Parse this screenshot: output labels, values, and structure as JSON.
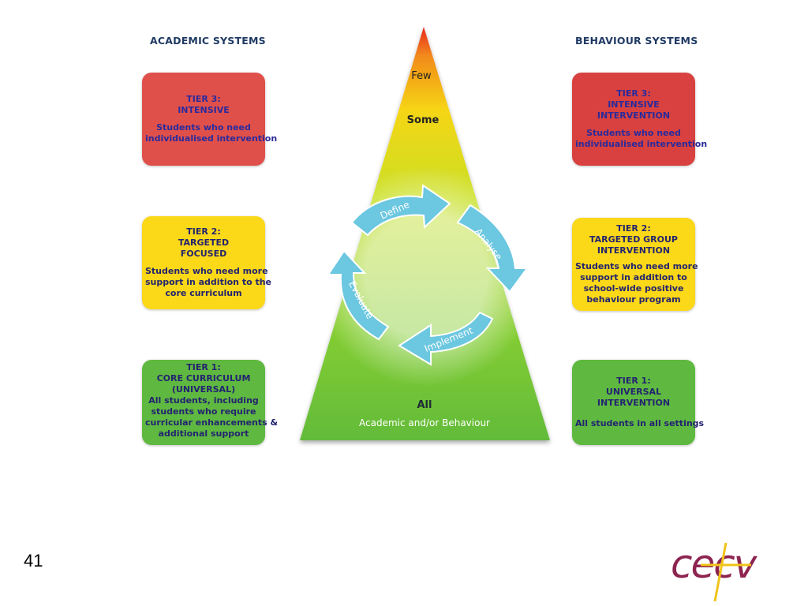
{
  "headings": {
    "academic": "ACADEMIC SYSTEMS",
    "behaviour": "BEHAVIOUR SYSTEMS"
  },
  "academic": {
    "tier3": {
      "title": [
        "TIER 3:",
        "INTENSIVE"
      ],
      "desc": [
        "Students who need",
        "individualised intervention"
      ]
    },
    "tier2": {
      "title": [
        "TIER 2:",
        "TARGETED",
        "FOCUSED"
      ],
      "desc": [
        "Students who need more",
        "support in addition to the",
        "core curriculum"
      ]
    },
    "tier1": {
      "title": [
        "TIER 1:",
        "CORE CURRICULUM",
        "(UNIVERSAL)"
      ],
      "desc": [
        "All students, including",
        "students who require",
        "curricular enhancements &",
        "additional support"
      ]
    }
  },
  "behaviour": {
    "tier3": {
      "title": [
        "TIER 3:",
        "INTENSIVE",
        "INTERVENTION"
      ],
      "desc": [
        "Students who need",
        "individualised intervention"
      ]
    },
    "tier2": {
      "title": [
        "TIER 2:",
        "TARGETED GROUP",
        "INTERVENTION"
      ],
      "desc": [
        "Students who need more",
        "support in addition to",
        "school-wide positive",
        "behaviour program"
      ]
    },
    "tier1": {
      "title": [
        "TIER 1:",
        "UNIVERSAL",
        "INTERVENTION"
      ],
      "desc": [
        "All students in all settings"
      ]
    }
  },
  "pyramid": {
    "few": "Few",
    "some": "Some",
    "all": "All",
    "bottom": "Academic and/or Behaviour",
    "cycle": {
      "define": "Define",
      "analyse": "Analyse",
      "implement": "Implement",
      "evaluate": "Evaluate"
    }
  },
  "colors": {
    "tier3": "#e0504b",
    "tier2": "#fbd818",
    "tier1": "#5fb940",
    "arrow": "#6cc7e0",
    "heading": "#1f3a63"
  },
  "slide_number": "41",
  "logo_text": "cecv"
}
